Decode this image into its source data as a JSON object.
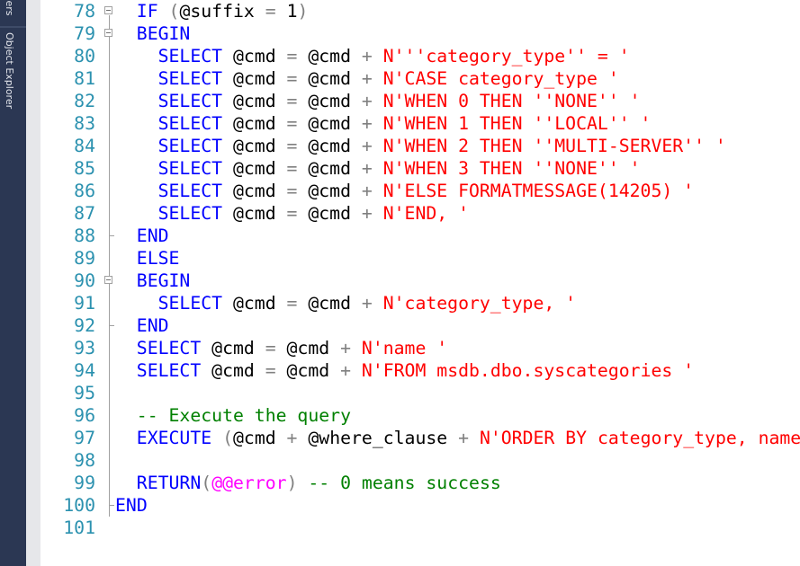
{
  "sidebar": {
    "tabs": [
      "vers",
      "Object Explorer"
    ]
  },
  "colors": {
    "keyword": "#0000ff",
    "string": "#ff0000",
    "operator": "#808080",
    "comment": "#008000",
    "system": "#ff00ff",
    "line_number": "#2b91af"
  },
  "editor": {
    "lines": [
      {
        "n": "78",
        "fold": "open",
        "indent": 1,
        "tokens": [
          [
            "kw",
            "IF "
          ],
          [
            "op",
            "("
          ],
          [
            "tx",
            "@suffix "
          ],
          [
            "op",
            "= "
          ],
          [
            "tx",
            "1"
          ],
          [
            "op",
            ")"
          ]
        ]
      },
      {
        "n": "79",
        "fold": "open",
        "indent": 1,
        "tokens": [
          [
            "kw",
            "BEGIN"
          ]
        ]
      },
      {
        "n": "80",
        "indent": 2,
        "tokens": [
          [
            "kw",
            "SELECT "
          ],
          [
            "tx",
            "@cmd "
          ],
          [
            "op",
            "= "
          ],
          [
            "tx",
            "@cmd "
          ],
          [
            "op",
            "+ "
          ],
          [
            "str",
            "N'''category_type'' = '"
          ]
        ]
      },
      {
        "n": "81",
        "indent": 2,
        "tokens": [
          [
            "kw",
            "SELECT "
          ],
          [
            "tx",
            "@cmd "
          ],
          [
            "op",
            "= "
          ],
          [
            "tx",
            "@cmd "
          ],
          [
            "op",
            "+ "
          ],
          [
            "str",
            "N'CASE category_type '"
          ]
        ]
      },
      {
        "n": "82",
        "indent": 2,
        "tokens": [
          [
            "kw",
            "SELECT "
          ],
          [
            "tx",
            "@cmd "
          ],
          [
            "op",
            "= "
          ],
          [
            "tx",
            "@cmd "
          ],
          [
            "op",
            "+ "
          ],
          [
            "str",
            "N'WHEN 0 THEN ''NONE'' '"
          ]
        ]
      },
      {
        "n": "83",
        "indent": 2,
        "tokens": [
          [
            "kw",
            "SELECT "
          ],
          [
            "tx",
            "@cmd "
          ],
          [
            "op",
            "= "
          ],
          [
            "tx",
            "@cmd "
          ],
          [
            "op",
            "+ "
          ],
          [
            "str",
            "N'WHEN 1 THEN ''LOCAL'' '"
          ]
        ]
      },
      {
        "n": "84",
        "indent": 2,
        "tokens": [
          [
            "kw",
            "SELECT "
          ],
          [
            "tx",
            "@cmd "
          ],
          [
            "op",
            "= "
          ],
          [
            "tx",
            "@cmd "
          ],
          [
            "op",
            "+ "
          ],
          [
            "str",
            "N'WHEN 2 THEN ''MULTI-SERVER'' '"
          ]
        ]
      },
      {
        "n": "85",
        "indent": 2,
        "tokens": [
          [
            "kw",
            "SELECT "
          ],
          [
            "tx",
            "@cmd "
          ],
          [
            "op",
            "= "
          ],
          [
            "tx",
            "@cmd "
          ],
          [
            "op",
            "+ "
          ],
          [
            "str",
            "N'WHEN 3 THEN ''NONE'' '"
          ]
        ]
      },
      {
        "n": "86",
        "indent": 2,
        "tokens": [
          [
            "kw",
            "SELECT "
          ],
          [
            "tx",
            "@cmd "
          ],
          [
            "op",
            "= "
          ],
          [
            "tx",
            "@cmd "
          ],
          [
            "op",
            "+ "
          ],
          [
            "str",
            "N'ELSE FORMATMESSAGE(14205) '"
          ]
        ]
      },
      {
        "n": "87",
        "indent": 2,
        "tokens": [
          [
            "kw",
            "SELECT "
          ],
          [
            "tx",
            "@cmd "
          ],
          [
            "op",
            "= "
          ],
          [
            "tx",
            "@cmd "
          ],
          [
            "op",
            "+ "
          ],
          [
            "str",
            "N'END, '"
          ]
        ]
      },
      {
        "n": "88",
        "fold": "end",
        "indent": 1,
        "tokens": [
          [
            "kw",
            "END"
          ]
        ]
      },
      {
        "n": "89",
        "indent": 1,
        "tokens": [
          [
            "kw",
            "ELSE"
          ]
        ]
      },
      {
        "n": "90",
        "fold": "open",
        "indent": 1,
        "tokens": [
          [
            "kw",
            "BEGIN"
          ]
        ]
      },
      {
        "n": "91",
        "indent": 2,
        "tokens": [
          [
            "kw",
            "SELECT "
          ],
          [
            "tx",
            "@cmd "
          ],
          [
            "op",
            "= "
          ],
          [
            "tx",
            "@cmd "
          ],
          [
            "op",
            "+ "
          ],
          [
            "str",
            "N'category_type, '"
          ]
        ]
      },
      {
        "n": "92",
        "fold": "end",
        "indent": 1,
        "tokens": [
          [
            "kw",
            "END"
          ]
        ]
      },
      {
        "n": "93",
        "indent": 1,
        "tokens": [
          [
            "kw",
            "SELECT "
          ],
          [
            "tx",
            "@cmd "
          ],
          [
            "op",
            "= "
          ],
          [
            "tx",
            "@cmd "
          ],
          [
            "op",
            "+ "
          ],
          [
            "str",
            "N'name '"
          ]
        ]
      },
      {
        "n": "94",
        "indent": 1,
        "tokens": [
          [
            "kw",
            "SELECT "
          ],
          [
            "tx",
            "@cmd "
          ],
          [
            "op",
            "= "
          ],
          [
            "tx",
            "@cmd "
          ],
          [
            "op",
            "+ "
          ],
          [
            "str",
            "N'FROM msdb.dbo.syscategories '"
          ]
        ]
      },
      {
        "n": "95",
        "indent": 1,
        "tokens": []
      },
      {
        "n": "96",
        "indent": 1,
        "tokens": [
          [
            "cm",
            "-- Execute the query"
          ]
        ]
      },
      {
        "n": "97",
        "indent": 1,
        "tokens": [
          [
            "kw",
            "EXECUTE "
          ],
          [
            "op",
            "("
          ],
          [
            "tx",
            "@cmd "
          ],
          [
            "op",
            "+ "
          ],
          [
            "tx",
            "@where_clause "
          ],
          [
            "op",
            "+ "
          ],
          [
            "str",
            "N'ORDER BY category_type, name'"
          ]
        ]
      },
      {
        "n": "98",
        "indent": 1,
        "tokens": []
      },
      {
        "n": "99",
        "indent": 1,
        "tokens": [
          [
            "kw",
            "RETURN"
          ],
          [
            "op",
            "("
          ],
          [
            "sys",
            "@@error"
          ],
          [
            "op",
            ") "
          ],
          [
            "cm",
            "-- 0 means success"
          ]
        ]
      },
      {
        "n": "100",
        "fold": "end",
        "indent": 0,
        "tokens": [
          [
            "kw",
            "END"
          ]
        ]
      },
      {
        "n": "101",
        "indent": 0,
        "tokens": []
      }
    ]
  }
}
